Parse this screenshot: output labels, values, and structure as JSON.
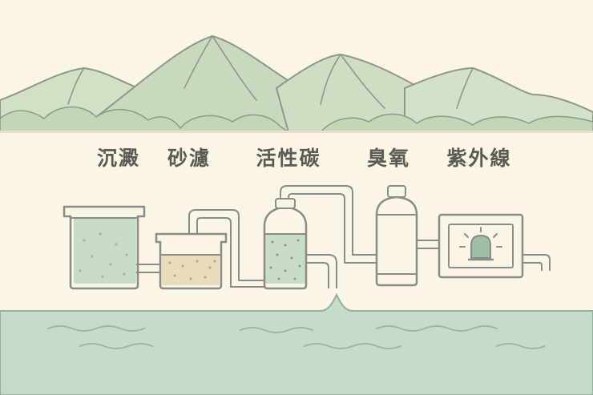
{
  "stages": [
    {
      "label": "沉澱"
    },
    {
      "label": "砂濾"
    },
    {
      "label": "活性碳"
    },
    {
      "label": "臭氧"
    },
    {
      "label": "紫外線"
    }
  ],
  "colors": {
    "background": "#fbf5e6",
    "mountain": "#c9d9bd",
    "outline": "#8c8c86",
    "water_tint": "#c8dcc6",
    "sand": "#e8dcbc",
    "river": "#c6dccb",
    "river_wave": "#9cb5a8",
    "uv_lamp": "#9dbfa7"
  }
}
